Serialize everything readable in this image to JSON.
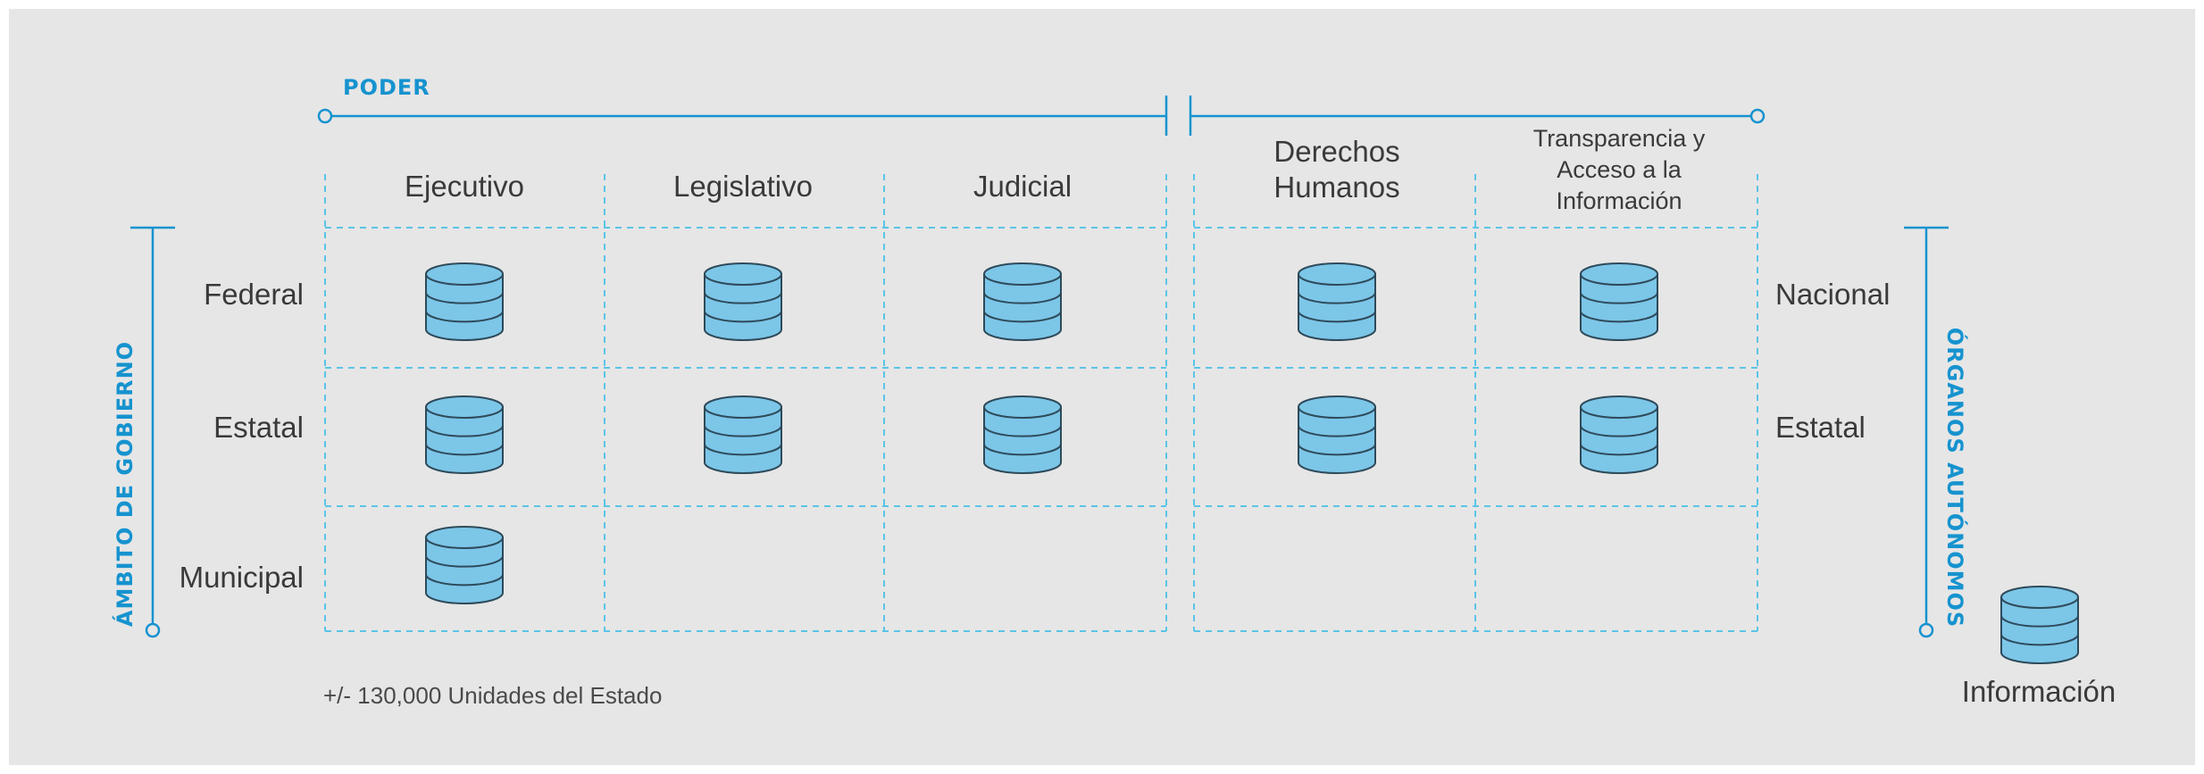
{
  "axis_top": {
    "label": "PODER"
  },
  "axis_left": {
    "label": "ÁMBITO DE GOBIERNO"
  },
  "axis_right": {
    "label": "ÓRGANOS AUTÓNOMOS"
  },
  "columns": [
    "Ejecutivo",
    "Legislativo",
    "Judicial",
    "Derechos\nHumanos",
    "Transparencia y\nAcceso a la\nInformación"
  ],
  "rows_left": [
    "Federal",
    "Estatal",
    "Municipal"
  ],
  "rows_right": [
    "Nacional",
    "Estatal"
  ],
  "cells": {
    "Federal": [
      true,
      true,
      true,
      true,
      true
    ],
    "Estatal": [
      true,
      true,
      true,
      true,
      true
    ],
    "Municipal": [
      true,
      false,
      false,
      false,
      false
    ]
  },
  "footnote": "+/- 130,000 Unidades del Estado",
  "legend": {
    "icon": "database-icon",
    "label": "Información"
  },
  "colors": {
    "accent": "#1693cf",
    "grid": "#5bc4e6",
    "db_fill": "#7cc6e8",
    "db_stroke": "#2e4a5a",
    "background": "#e6e6e6",
    "text": "#3a3a3a"
  }
}
